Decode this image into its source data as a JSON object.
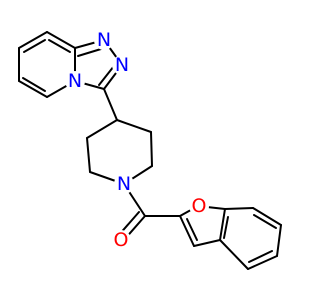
{
  "molecule": {
    "atom_colors": {
      "N": "#0000ff",
      "O": "#ff0000"
    },
    "atoms": [
      {
        "id": "n-triazole-1",
        "element": "N",
        "label": "N"
      },
      {
        "id": "n-triazole-2",
        "element": "N",
        "label": "N"
      },
      {
        "id": "n-bridgehead",
        "element": "N",
        "label": "N"
      },
      {
        "id": "n-piperidine",
        "element": "N",
        "label": "N"
      },
      {
        "id": "o-carbonyl",
        "element": "O",
        "label": "O"
      },
      {
        "id": "o-furan",
        "element": "O",
        "label": "O"
      }
    ]
  }
}
